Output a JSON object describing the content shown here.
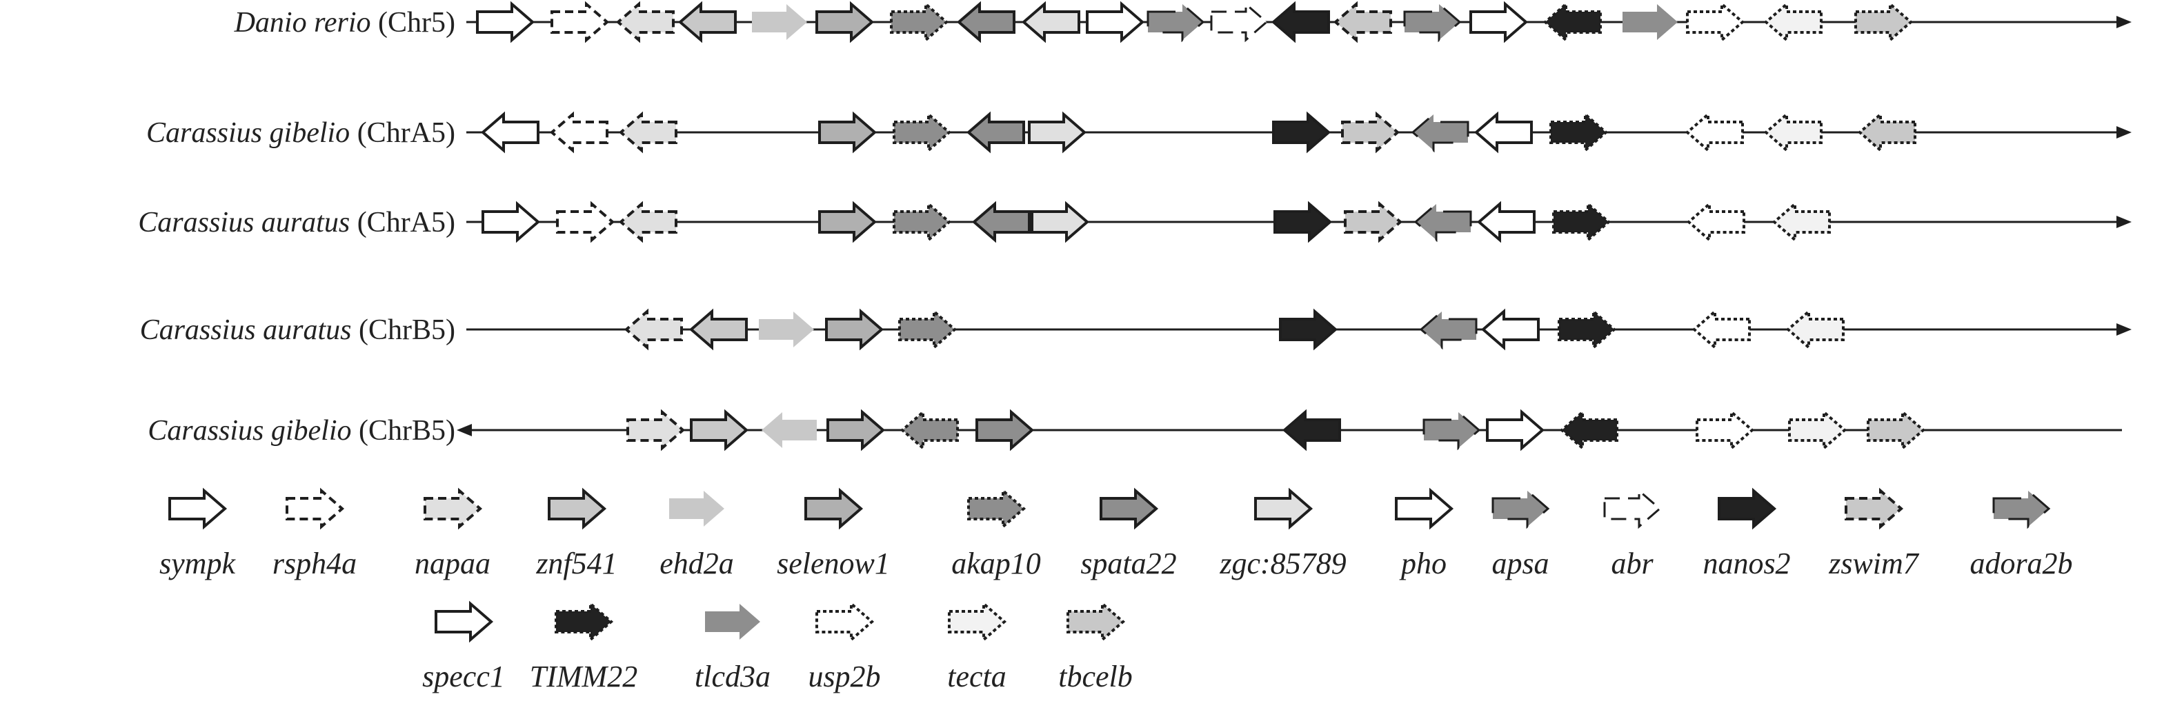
{
  "genes": {
    "sympk": {
      "label": "sympk",
      "fill": "#ffffff",
      "stroke": "solid"
    },
    "rsph4a": {
      "label": "rsph4a",
      "fill": "#ffffff",
      "stroke": "dashed"
    },
    "napaa": {
      "label": "napaa",
      "fill": "#e0e0e0",
      "stroke": "dashed"
    },
    "znf541": {
      "label": "znf541",
      "fill": "#c8c8c8",
      "stroke": "solid"
    },
    "ehd2a": {
      "label": "ehd2a",
      "fill": "#c8c8c8",
      "stroke": "none"
    },
    "selenow1": {
      "label": "selenow1",
      "fill": "#b0b0b0",
      "stroke": "solid"
    },
    "akap10": {
      "label": "akap10",
      "fill": "#8e8e8e",
      "stroke": "dotted"
    },
    "spata22": {
      "label": "spata22",
      "fill": "#8e8e8e",
      "stroke": "solid"
    },
    "zgc85789": {
      "label": "zgc:85789",
      "fill": "#e0e0e0",
      "stroke": "solid"
    },
    "pho": {
      "label": "pho",
      "fill": "#ffffff",
      "stroke": "solid"
    },
    "apsa": {
      "label": "apsa",
      "fill": "#8e8e8e",
      "stroke": "partial"
    },
    "abr": {
      "label": "abr",
      "fill": "#ffffff",
      "stroke": "broken"
    },
    "nanos2": {
      "label": "nanos2",
      "fill": "#222222",
      "stroke": "solid"
    },
    "zswim7": {
      "label": "zswim7",
      "fill": "#c8c8c8",
      "stroke": "dashed"
    },
    "adora2b": {
      "label": "adora2b",
      "fill": "#8e8e8e",
      "stroke": "partial"
    },
    "specc1": {
      "label": "specc1",
      "fill": "#ffffff",
      "stroke": "solid"
    },
    "TIMM22": {
      "label": "TIMM22",
      "fill": "#222222",
      "stroke": "dotted"
    },
    "tlcd3a": {
      "label": "tlcd3a",
      "fill": "#8e8e8e",
      "stroke": "none"
    },
    "usp2b": {
      "label": "usp2b",
      "fill": "#ffffff",
      "stroke": "dotted"
    },
    "tecta": {
      "label": "tecta",
      "fill": "#f2f2f2",
      "stroke": "dotted"
    },
    "tbcelb": {
      "label": "tbcelb",
      "fill": "#c8c8c8",
      "stroke": "dotted"
    }
  },
  "legend_order": [
    [
      "sympk",
      "rsph4a",
      "napaa",
      "znf541",
      "ehd2a",
      "selenow1",
      "akap10",
      "spata22",
      "zgc85789",
      "pho",
      "apsa",
      "abr",
      "nanos2",
      "zswim7",
      "adora2b"
    ],
    [
      "specc1",
      "TIMM22",
      "tlcd3a",
      "usp2b",
      "tecta",
      "tbcelb"
    ]
  ],
  "rows": [
    {
      "species": "Danio rerio",
      "chr": "(Chr5)",
      "axis": "right",
      "genes": [
        [
          "sympk",
          "R"
        ],
        [
          "rsph4a",
          "R"
        ],
        [
          "napaa",
          "L"
        ],
        [
          "znf541",
          "L"
        ],
        [
          "ehd2a",
          "R"
        ],
        [
          "selenow1",
          "R"
        ],
        [
          "akap10",
          "R"
        ],
        [
          "spata22",
          "L"
        ],
        [
          "zgc85789",
          "L"
        ],
        [
          "pho",
          "R"
        ],
        [
          "apsa",
          "R"
        ],
        [
          "abr",
          "R"
        ],
        [
          "nanos2",
          "L"
        ],
        [
          "zswim7",
          "L"
        ],
        [
          "adora2b",
          "R"
        ],
        [
          "specc1",
          "R"
        ],
        [
          "TIMM22",
          "L"
        ],
        [
          "tlcd3a",
          "R"
        ],
        [
          "usp2b",
          "R"
        ],
        [
          "tecta",
          "L"
        ],
        [
          "tbcelb",
          "R"
        ]
      ]
    },
    {
      "species": "Carassius gibelio",
      "chr": "(ChrA5)",
      "axis": "right",
      "genes": [
        [
          "sympk",
          "L"
        ],
        [
          "rsph4a",
          "L"
        ],
        [
          "napaa",
          "L"
        ],
        [
          "selenow1",
          "R"
        ],
        [
          "akap10",
          "R"
        ],
        [
          "spata22",
          "L"
        ],
        [
          "zgc85789",
          "R"
        ],
        [
          "nanos2",
          "R"
        ],
        [
          "zswim7",
          "R"
        ],
        [
          "adora2b",
          "L"
        ],
        [
          "specc1",
          "L"
        ],
        [
          "TIMM22",
          "R"
        ],
        [
          "usp2b",
          "L"
        ],
        [
          "tecta",
          "L"
        ],
        [
          "tbcelb",
          "L"
        ]
      ]
    },
    {
      "species": "Carassius auratus",
      "chr": "(ChrA5)",
      "axis": "right",
      "genes": [
        [
          "sympk",
          "R"
        ],
        [
          "rsph4a",
          "R"
        ],
        [
          "napaa",
          "L"
        ],
        [
          "selenow1",
          "R"
        ],
        [
          "akap10",
          "R"
        ],
        [
          "spata22",
          "L"
        ],
        [
          "zgc85789",
          "R"
        ],
        [
          "nanos2",
          "R"
        ],
        [
          "zswim7",
          "R"
        ],
        [
          "adora2b",
          "L"
        ],
        [
          "specc1",
          "L"
        ],
        [
          "TIMM22",
          "R"
        ],
        [
          "usp2b",
          "L"
        ],
        [
          "tecta",
          "L"
        ]
      ]
    },
    {
      "species": "Carassius auratus",
      "chr": "(ChrB5)",
      "axis": "right",
      "genes": [
        [
          "napaa",
          "L"
        ],
        [
          "znf541",
          "L"
        ],
        [
          "ehd2a",
          "R"
        ],
        [
          "selenow1",
          "R"
        ],
        [
          "akap10",
          "R"
        ],
        [
          "nanos2",
          "R"
        ],
        [
          "adora2b",
          "L"
        ],
        [
          "specc1",
          "L"
        ],
        [
          "TIMM22",
          "R"
        ],
        [
          "usp2b",
          "L"
        ],
        [
          "tecta",
          "L"
        ]
      ]
    },
    {
      "species": "Carassius gibelio",
      "chr": "(ChrB5)",
      "axis": "left",
      "genes": [
        [
          "napaa",
          "R"
        ],
        [
          "znf541",
          "R"
        ],
        [
          "ehd2a",
          "L"
        ],
        [
          "selenow1",
          "R"
        ],
        [
          "akap10",
          "L"
        ],
        [
          "spata22",
          "R"
        ],
        [
          "nanos2",
          "L"
        ],
        [
          "adora2b",
          "R"
        ],
        [
          "specc1",
          "R"
        ],
        [
          "TIMM22",
          "L"
        ],
        [
          "usp2b",
          "R"
        ],
        [
          "tecta",
          "R"
        ],
        [
          "tbcelb",
          "R"
        ]
      ]
    }
  ]
}
